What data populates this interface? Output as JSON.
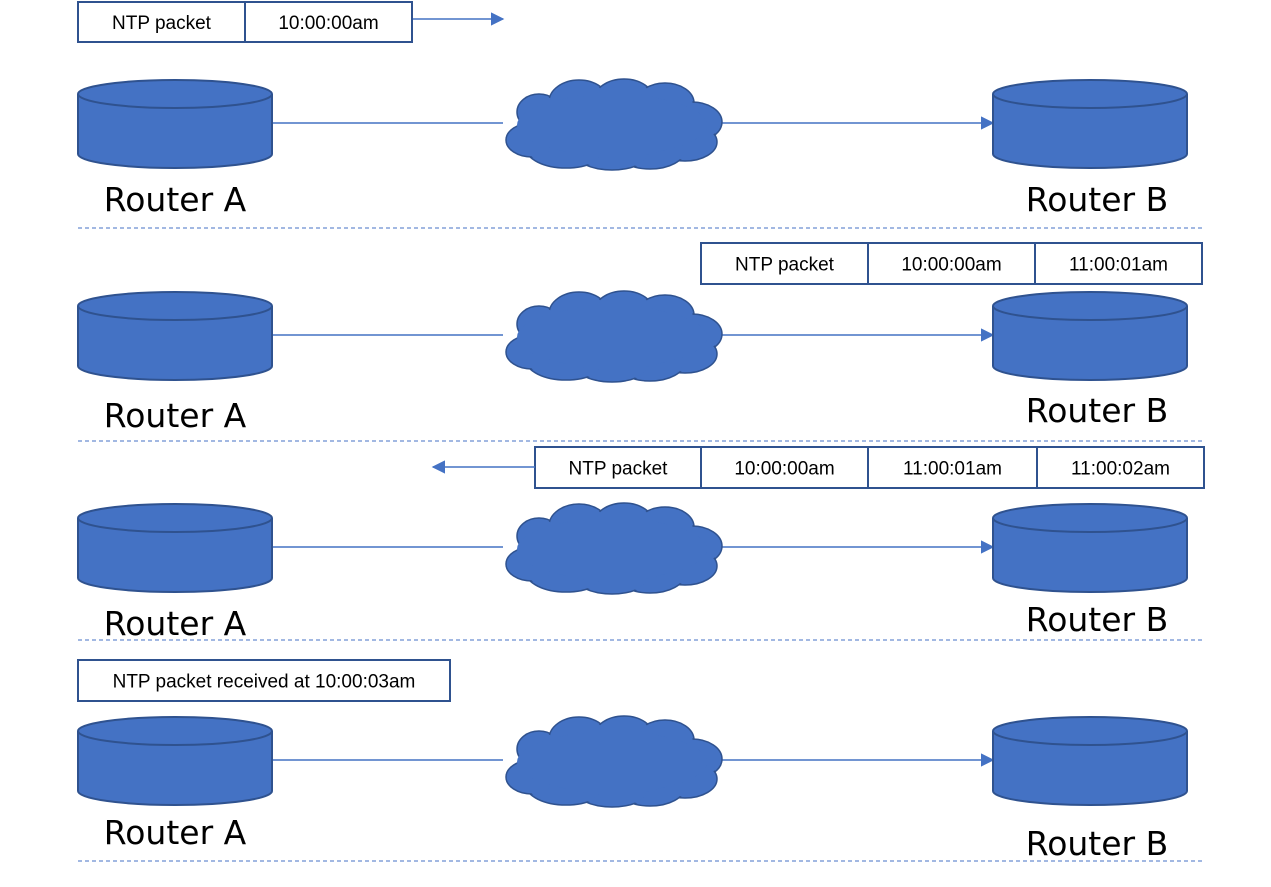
{
  "colors": {
    "router_fill": "#4472c4",
    "router_stroke": "#2f528f",
    "line": "#4472c4",
    "box_border": "#2f528f",
    "divider": "#4472c4"
  },
  "icons": [
    "router-icon",
    "cloud-icon",
    "arrow-icon"
  ],
  "panels": [
    {
      "router_a": "Router A",
      "router_b": "Router B",
      "packet": [
        "NTP packet",
        "10:00:00am"
      ]
    },
    {
      "router_a": "Router A",
      "router_b": "Router B",
      "packet": [
        "NTP packet",
        "10:00:00am",
        "11:00:01am"
      ]
    },
    {
      "router_a": "Router A",
      "router_b": "Router B",
      "packet": [
        "NTP packet",
        "10:00:00am",
        "11:00:01am",
        "11:00:02am"
      ]
    },
    {
      "router_a": "Router A",
      "router_b": "Router B",
      "packet": [
        "NTP packet received at 10:00:03am"
      ]
    }
  ]
}
